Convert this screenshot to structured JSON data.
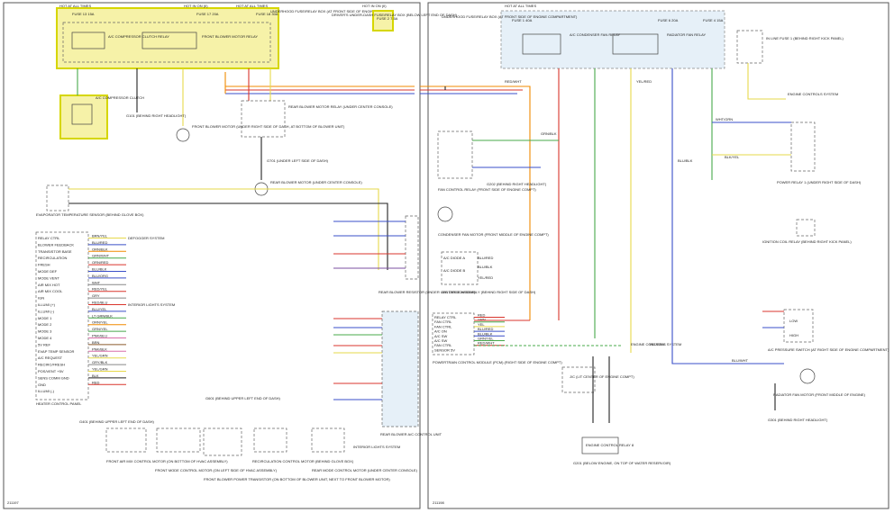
{
  "colors": {
    "highlight_fill": "#f6f2a8",
    "highlight_stroke": "#d6d600",
    "wire_orange": "#f08a00",
    "wire_red": "#d9352c",
    "wire_blue": "#3a4fc8",
    "wire_green": "#47a84a",
    "wire_yellow": "#e6d94a",
    "wire_purple": "#7b4fa0",
    "wire_black": "#222222",
    "box_fill": "#e6f0f8"
  },
  "left": {
    "hot_labels": [
      "HOT AT ALL TIMES",
      "HOT IN ON (II)",
      "HOT AT ALL TIMES",
      "HOT IN ON (II)"
    ],
    "fuses": [
      "FUSE 13 15A",
      "FUSE 17 20A",
      "FUSE 18 30A",
      "FUSE 2 7.5A"
    ],
    "underhood_box": "UNDERHOOD FUSE/RELAY BOX (AT FRONT SIDE OF ENGINE COMPT)",
    "relays": [
      "A/C COMPRESSOR CLUTCH RELAY",
      "FRONT BLOWER MOTOR RELAY"
    ],
    "dash_box": "DRIVER'S UNDER-DASH FUSE/RELAY BOX (BELOW LEFT END OF DASH)",
    "compressor_clutch": "A/C COMPRESSOR CLUTCH",
    "ground_front": "G101 (BEHIND RIGHT HEADLIGHT)",
    "front_blower_motor": "FRONT BLOWER MOTOR (UNDER RIGHT SIDE OF DASH, AT BOTTOM OF BLOWER UNIT)",
    "rear_blower_relay": "REAR BLOWER MOTOR RELAY (UNDER CENTER CONSOLE)",
    "ground_rear": "G701 (UNDER LEFT SIDE OF DASH)",
    "rear_blower_motor": "REAR BLOWER MOTOR (UNDER CENTER CONSOLE)",
    "evap_sensor": "EVAPORATOR TEMPERATURE SENSOR (BEHIND GLOVE BOX)",
    "control_panel": "HEATER CONTROL PANEL",
    "control_pins": [
      "RELAY CTRL",
      "BLOWER FEEDBACK",
      "TRANSISTOR BASE",
      "RECIRCULATION",
      "FRESH",
      "MODE DEF",
      "MODE VENT",
      "AIR MIX HOT",
      "AIR MIX COOL",
      "IGN",
      "ILLUMI (+)",
      "ILLUMI (-)",
      "MODE 1",
      "MODE 2",
      "MODE 3",
      "MODE 4",
      "5V REF",
      "EVAP TEMP SENSOR",
      "A/C REQUEST",
      "RECIRC/FRESH",
      "POS/VENT +5V",
      "SENS COMM GND",
      "GND",
      "ILLUMI (-)"
    ],
    "pin_wires": [
      "BRN/YEL",
      "BLU/RED",
      "ORN/BLK",
      "GRN/WHT",
      "ORN/RED",
      "BLU/BLK",
      "BLU/ORG",
      "WHT",
      "RED/YEL",
      "GRY",
      "RED/BLU",
      "BLU/YEL",
      "LT GRN/BLK",
      "ORN/YEL",
      "GRN/YEL",
      "PNK/BLU",
      "BRN",
      "PNK/BLK",
      "YEL/GRN",
      "GRY/BLK",
      "YEL/GRN",
      "BLK",
      "RED"
    ],
    "def_sensor": "DEFOGGER SYSTEM",
    "interior_lights": "INTERIOR LIGHTS SYSTEM",
    "ground_g401": "G401 (BEHIND UPPER LEFT END OF DASH)",
    "ground_g601": "G601 (BEHIND UPPER LEFT END OF DASH)",
    "actuators": [
      "FRONT AIR MIX CONTROL MOTOR (ON BOTTOM OF HVAC ASSEMBLY)",
      "FRONT MODE CONTROL MOTOR (ON LEFT SIDE OF HVAC ASSEMBLY)",
      "FRONT BLOWER POWER TRANSISTOR (ON BOTTOM OF BLOWER UNIT, NEXT TO FRONT BLOWER MOTOR)",
      "RECIRCULATION CONTROL MOTOR (BEHIND GLOVE BOX)",
      "REAR MODE CONTROL MOTOR (UNDER CENTER CONSOLE)"
    ],
    "rear_resistor": "REAR BLOWER RESISTOR (UNDER CENTER CONSOLE)",
    "rear_control_unit": "REAR BLOWER A/C CONTROL UNIT",
    "interior_lights_2": "INTERIOR LIGHTS SYSTEM",
    "footer": "211197"
  },
  "right": {
    "hot_label": "HOT AT ALL TIMES",
    "fuses": [
      "FUSE 1 40A",
      "FUSE 6 20A",
      "FUSE 4 15A"
    ],
    "underhood_box": "UNDERHOOD FUSE/RELAY BOX (AT FRONT SIDE OF ENGINE COMPARTMENT)",
    "relays": [
      "A/C CONDENSER FAN RELAY",
      "RADIATOR FAN RELAY"
    ],
    "inline_fuse": "IN LINE FUSE 1 (BEHIND RIGHT KICK PANEL)",
    "engine_controls": "ENGINE CONTROLS SYSTEM",
    "fan_control_relay": "FAN CONTROL RELAY (FRONT SIDE OF ENGINE COMPT)",
    "ground_g202": "G202 (BEHIND RIGHT HEADLIGHT)",
    "condenser_fan_motor": "CONDENSER FAN MOTOR (FRONT MIDDLE OF ENGINE COMPT)",
    "ac_diode": "A/C DIODE ASSEMBLY (BEHIND RIGHT SIDE OF DASH)",
    "diode_labels": [
      "A/C DIODE A",
      "A/C DIODE B"
    ],
    "diode_wires": [
      "BLU/RED",
      "BLU/BLK",
      "YEL/RED"
    ],
    "pcm": "POWERTRAIN CONTROL MODULE (PCM) (RIGHT SIDE OF ENGINE COMPT)",
    "pcm_pins": [
      "RELAY CTRL",
      "FAN CTRL",
      "FAN CTRL",
      "A/C ON",
      "A/C SW",
      "A/C SW",
      "FAN CTRL",
      "SENSOR 5V"
    ],
    "pcm_wires": [
      "RED",
      "GRN",
      "YEL",
      "BLU/RED",
      "BLU/BLK",
      "GRN/YEL",
      "RED/WHT"
    ],
    "engine_controls_2": "ENGINE CONTROLS SYSTEM",
    "jc_location": "J/C (LIT CENTER OF ENGINE COMPT)",
    "ground_g201": "G201 (BELOW ENGINE, ON TOP OF WATER RESERVOIR)",
    "relay_8": "ENGINE CONTROL RELAY 8",
    "pfri_relay": "POWER RELAY 1 (UNDER RIGHT SIDE OF DASH)",
    "ignition_coil": "IGNITION COIL RELAY (BEHIND RIGHT KICK PANEL)",
    "pressure_switch": "A/C PRESSURE SWITCH (AT RIGHT SIDE OF ENGINE COMPARTMENT)",
    "switch_states": [
      "LOW",
      "HIGH"
    ],
    "radiator_fan_motor": "RADIATOR FAN MOTOR (FRONT MIDDLE OF ENGINE)",
    "ground_g301": "G301 (BEHIND RIGHT HEADLIGHT)",
    "wire_labels": [
      "RED/WHT",
      "GRN/BLK",
      "YEL/RED",
      "BLU/BLK",
      "WHT/GRN",
      "BLK/YEL",
      "YEL/GRN",
      "BLU/WHT"
    ],
    "footer": "211198"
  }
}
